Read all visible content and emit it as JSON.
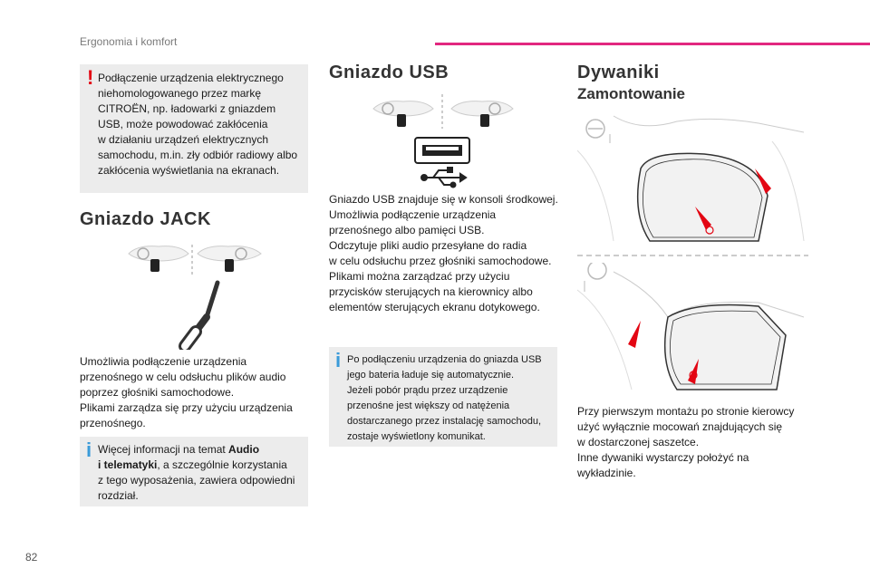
{
  "header": {
    "section": "Ergonomia i komfort"
  },
  "page_number": "82",
  "warning": {
    "lines": [
      "Podłączenie urządzenia elektrycznego",
      "niehomologowanego przez markę",
      "CITROËN, np. ładowarki z gniazdem",
      "USB, może powodować zakłócenia",
      "w działaniu urządzeń elektrycznych",
      "samochodu, m.in. zły odbiór radiowy albo",
      "zakłócenia wyświetlania na ekranach."
    ]
  },
  "jack": {
    "title": "Gniazdo JACK",
    "body": [
      "Umożliwia podłączenie urządzenia",
      "przenośnego w celu odsłuchu plików audio",
      "poprzez głośniki samochodowe.",
      "Plikami zarządza się przy użyciu urządzenia",
      "przenośnego."
    ],
    "info_lines": [
      "Więcej informacji na temat ",
      "Audio",
      "i telematyki",
      ", a szczególnie korzystania",
      "z tego wyposażenia, zawiera odpowiedni",
      "rozdział."
    ]
  },
  "usb": {
    "title": "Gniazdo USB",
    "body": [
      "Gniazdo USB znajduje się w konsoli środkowej.",
      "Umożliwia podłączenie urządzenia",
      "przenośnego albo pamięci USB.",
      "Odczytuje pliki audio przesyłane do radia",
      "w celu odsłuchu przez głośniki samochodowe.",
      "Plikami można zarządzać przy użyciu",
      "przycisków sterujących na kierownicy albo",
      "elementów sterujących ekranu dotykowego."
    ],
    "info_lines": [
      "Po podłączeniu urządzenia do gniazda USB",
      "jego bateria ładuje się automatycznie.",
      "Jeżeli pobór prądu przez urządzenie",
      "przenośne jest większy od natężenia",
      "dostarczanego przez instalację samochodu,",
      "zostaje wyświetlony komunikat."
    ]
  },
  "mats": {
    "title": "Dywaniki",
    "subtitle": "Zamontowanie",
    "body": [
      "Przy pierwszym montażu po stronie kierowcy",
      "użyć wyłącznie mocowań znajdujących się",
      "w dostarczonej saszetce.",
      "Inne dywaniki wystarczy położyć na",
      "wykładzinie."
    ]
  },
  "colors": {
    "accent": "#e2287f",
    "warning": "#e30613",
    "info": "#3a9bd9",
    "note_bg": "#ececec"
  },
  "icons": [
    "steering-wheel-icon",
    "jack-plug-icon",
    "usb-port-icon",
    "usb-symbol-icon",
    "floor-mat-icon"
  ]
}
